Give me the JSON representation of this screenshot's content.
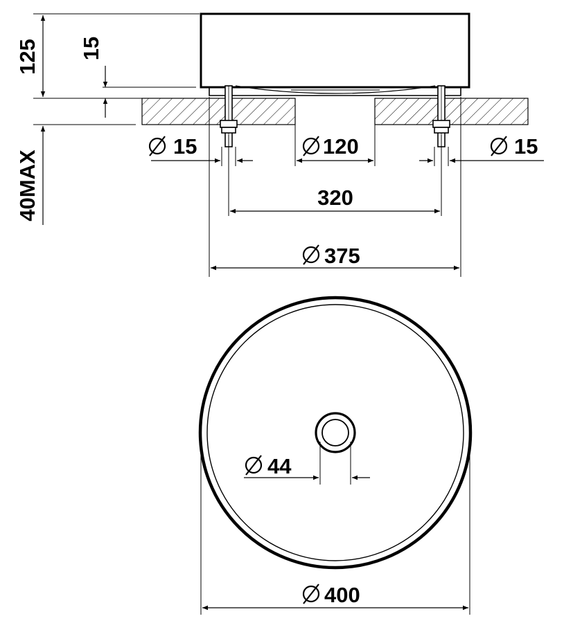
{
  "dimensions": {
    "height_total": "125",
    "height_deck": "15",
    "countertop_max": "40MAX",
    "phi_fix_left": "15",
    "phi_drain": "120",
    "phi_fix_right": "15",
    "fixing_spacing": "320",
    "phi_base": "375",
    "phi_waste": "44",
    "phi_outer": "400"
  },
  "colors": {
    "line": "#000000",
    "background": "#ffffff"
  }
}
